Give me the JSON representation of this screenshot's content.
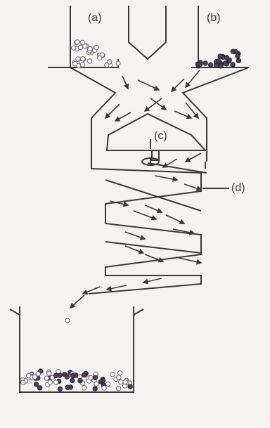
{
  "labels": {
    "a": "(a)",
    "b": "(b)",
    "c": "(c)",
    "d": "(d)"
  },
  "colors": {
    "background": "#f4f3ef",
    "line": "#3a3a3a",
    "particle_light": "#c8c2c8",
    "particle_dark": "#4e3e5a"
  },
  "icons": {
    "particles_a": "light-particles",
    "particles_b": "dark-particles",
    "rotor": "spinning-rotor-icon",
    "arrows": "flow-arrows"
  }
}
